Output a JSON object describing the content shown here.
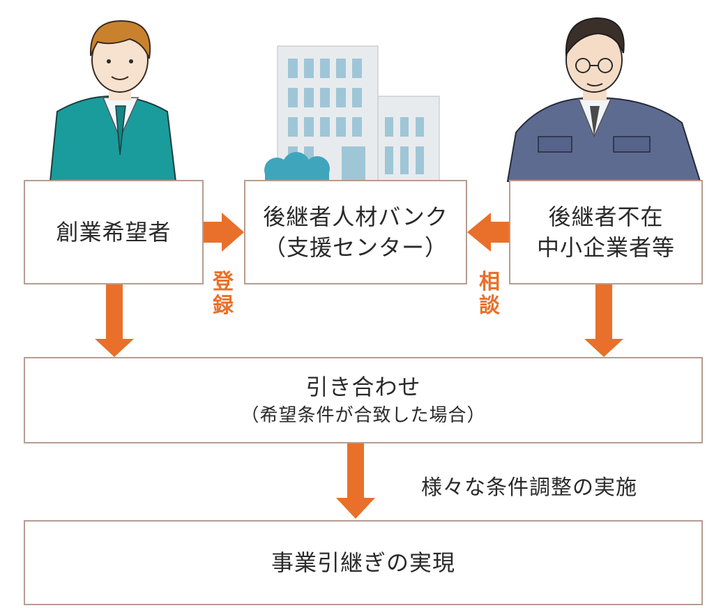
{
  "boxes": {
    "applicant": "創業希望者",
    "bank_line1": "後継者人材バンク",
    "bank_line2": "（支援センター）",
    "owner_line1": "後継者不在",
    "owner_line2": "中小企業者等",
    "matching_line1": "引き合わせ",
    "matching_line2": "（希望条件が合致した場合）",
    "result": "事業引継ぎの実現"
  },
  "labels": {
    "register_char1": "登",
    "register_char2": "録",
    "consult_char1": "相",
    "consult_char2": "談",
    "adjustment": "様々な条件調整の実施"
  },
  "colors": {
    "arrow": "#e8702a",
    "box_border": "#b79c90",
    "teal_suit": "#1a9c9c",
    "navy_jacket": "#5e6b91",
    "building": "#e8ebee",
    "window": "#9fc6d6",
    "shrub": "#3fa5bd"
  }
}
